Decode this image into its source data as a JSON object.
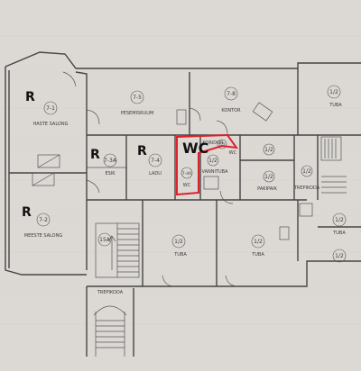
{
  "rooms": {
    "haste_salong": {
      "name": "HASTE SALONG",
      "num": "7-1"
    },
    "pesemisruum": {
      "name": "PESEMISRUUM",
      "num": "7-5"
    },
    "kontor": {
      "name": "KONTOR",
      "num": "7-8"
    },
    "tuba_top_right": {
      "name": "TUBA",
      "num": "1/2"
    },
    "esik": {
      "name": "ESIK",
      "num": "7-3A"
    },
    "ladu": {
      "name": "LADU",
      "num": "7-4"
    },
    "koridor": {
      "name": "KORIDOR",
      "num": ""
    },
    "wc_small": {
      "name": "WC",
      "num": "7-4A"
    },
    "wc_right": {
      "name": "WC",
      "num": "1/2"
    },
    "vannituba": {
      "name": "VANNITUBA",
      "num": "1/2"
    },
    "pakipaik": {
      "name": "PAKIPAIK",
      "num": "1/2"
    },
    "trepikoda_right": {
      "name": "TREPIKODA",
      "num": "1/2"
    },
    "meeste_salong": {
      "name": "MEESTE SALONG",
      "num": "7-2"
    },
    "room_15a": {
      "name": "",
      "num": "15A"
    },
    "tuba_center": {
      "name": "TUBA",
      "num": "1/2"
    },
    "tuba_center_right": {
      "name": "TUBA",
      "num": "1/2"
    },
    "tuba_far_right": {
      "name": "TUBA",
      "num": "1/2"
    },
    "tuba_bottom_right": {
      "name": "",
      "num": "1/2"
    },
    "trepikoda_bottom": {
      "name": "TREPIKODA",
      "num": ""
    }
  },
  "markers": {
    "r1": "R",
    "r2": "R",
    "r3": "R",
    "r4": "R",
    "wc_highlight": "WC",
    "highlight_color": "#e0202a"
  }
}
